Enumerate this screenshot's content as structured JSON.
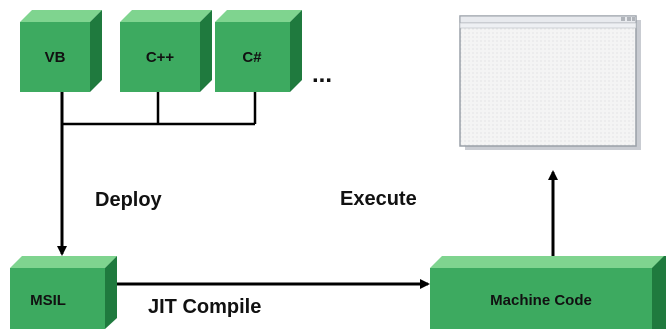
{
  "boxes": {
    "vb": "VB",
    "cpp": "C++",
    "csharp": "C#",
    "msil": "MSIL",
    "machine_code": "Machine Code"
  },
  "ellipsis": "...",
  "labels": {
    "deploy": "Deploy",
    "execute": "Execute",
    "jit_compile": "JIT Compile"
  },
  "colors": {
    "box_front": "#3daa60",
    "box_top": "#7fd48f",
    "box_side": "#1f7a3e",
    "line": "#000000",
    "window_border": "#9aa0a8",
    "window_title": "#e8eaee",
    "window_body": "#f4f4f4"
  },
  "icons": {
    "output": "application-window-icon"
  }
}
